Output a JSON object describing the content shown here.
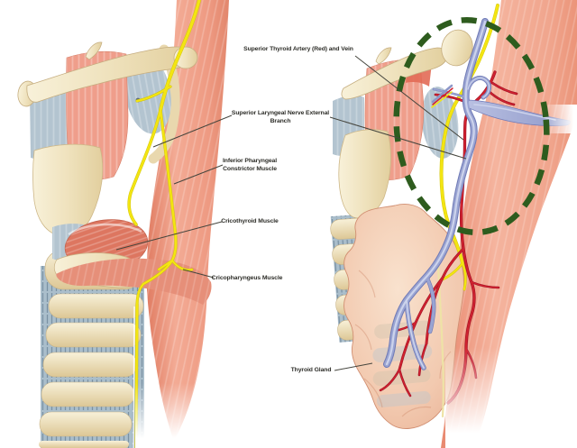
{
  "labels": {
    "superior_thyroid_artery_vein": "Superior Thyroid Artery (Red) and Vein",
    "superior_laryngeal_nerve_external_branch": "Superior Laryngeal Nerve External\nBranch",
    "inferior_pharyngeal_constrictor_muscle": "Inferior Pharyngeal\nConstrictor Muscle",
    "cricothyroid_muscle": "Cricothyroid Muscle",
    "cricopharyngeus_muscle": "Cricopharyngeus Muscle",
    "thyroid_gland": "Thyroid Gland"
  },
  "colors": {
    "nerve_yellow": "#f3e512",
    "artery_red": "#d1222f",
    "vein_blue": "#9aa4d2",
    "highlight_green": "#2e5c1e",
    "muscle_salmon": "#ee9d8b",
    "bone_cream": "#eedfb8",
    "membrane_blue_gray": "#b3c4d0",
    "gland_pink": "#f2cdb4",
    "leader_line": "#45453d",
    "label_text": "#2d2d28",
    "background": "#ffffff"
  },
  "highlight": {
    "shape": "dashed-ellipse"
  }
}
